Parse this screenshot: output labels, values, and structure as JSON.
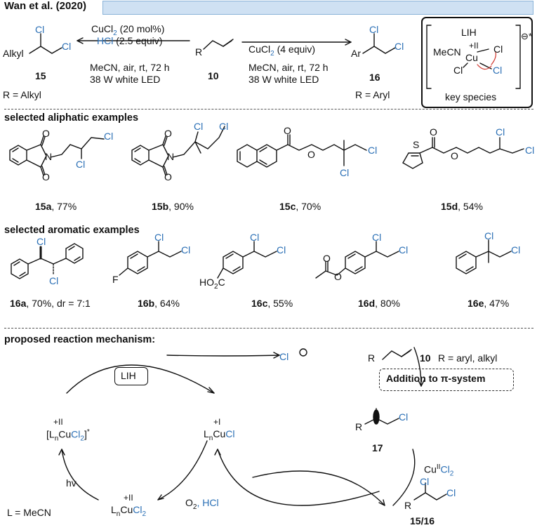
{
  "header": {
    "title": "Wan et al. (2020)"
  },
  "scheme": {
    "left_cond1_a": "CuCl",
    "left_cond1_b": "2",
    "left_cond1_c": " (20 mol%)",
    "left_cond2_a": "HCl",
    "left_cond2_b": " (2.5 equiv)",
    "left_cond3": "MeCN, air, rt, 72 h",
    "left_cond4": "38 W white LED",
    "right_cond1_a": "CuCl",
    "right_cond1_b": "2",
    "right_cond1_c": " (4 equiv)",
    "right_cond3": "MeCN, air, rt, 72 h",
    "right_cond4": "38 W white LED",
    "alkyl": "Alkyl",
    "ar": "Ar",
    "r": "R",
    "cl": "Cl",
    "num15": "15",
    "num10": "10",
    "num16": "16",
    "r_alkyl": "R = Alkyl",
    "r_aryl": "R = Aryl",
    "key_lih": "LIH",
    "key_mecn": "MeCN",
    "key_cu": "Cu",
    "key_ox": "+II",
    "key_charge": "⊖*",
    "key_label": "key species"
  },
  "aliphatic": {
    "heading": "selected aliphatic examples",
    "items": [
      {
        "id": "15a",
        "yield": ", 77%"
      },
      {
        "id": "15b",
        "yield": ", 90%"
      },
      {
        "id": "15c",
        "yield": ", 70%"
      },
      {
        "id": "15d",
        "yield": ", 54%"
      }
    ],
    "o": "O",
    "n": "N",
    "s": "S"
  },
  "aromatic": {
    "heading": "selected aromatic examples",
    "items": [
      {
        "id": "16a",
        "yield": ", 70%, dr = 7:1"
      },
      {
        "id": "16b",
        "yield": ", 64%"
      },
      {
        "id": "16c",
        "yield": ", 55%"
      },
      {
        "id": "16d",
        "yield": ", 80%"
      },
      {
        "id": "16e",
        "yield": ", 47%"
      }
    ],
    "f": "F",
    "ho2c": "HO",
    "ho2c_sub": "2",
    "ho2c_c": "C"
  },
  "mechanism": {
    "heading": "proposed reaction mechanism:",
    "lih": "LIH",
    "ox2": "+II",
    "ox1": "+I",
    "lncucl2_star": "L",
    "n": "n",
    "cu": "Cu",
    "cl": "Cl",
    "two": "2",
    "lncucl": "L",
    "hv": "hv",
    "l_mecn": "L = MeCN",
    "o2hcl_a": "O",
    "o2hcl_b": ", HCl",
    "radical_cl": "Cl",
    "substrate_r": "R",
    "substrate_num": "10",
    "substrate_desc": "R = aryl, alkyl",
    "addition": "Addition to π-system",
    "intermediate": "17",
    "cuiicl2_a": "Cu",
    "cuiicl2_sup": "II",
    "cuiicl2_b": "Cl",
    "product_label": "15/16"
  }
}
